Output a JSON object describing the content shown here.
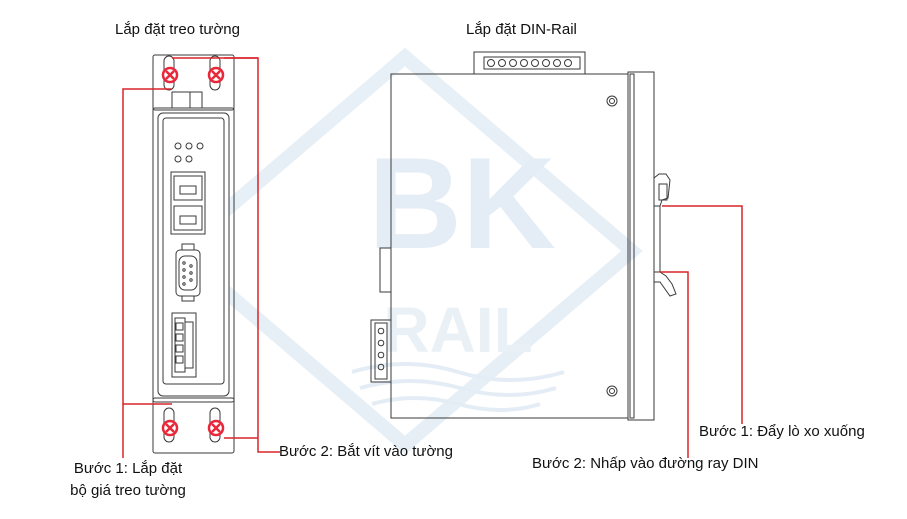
{
  "titles": {
    "wall_mount": "Lắp đặt treo tường",
    "din_rail": "Lắp đặt DIN-Rail"
  },
  "wall_steps": {
    "step1_line1": "Bước 1: Lắp đặt",
    "step1_line2": "bộ giá treo tường",
    "step2": "Bước 2: Bắt vít vào tường"
  },
  "din_steps": {
    "step1": "Bước 1: Đẩy lò xo xuống",
    "step2": "Bước 2: Nhấp vào đường ray DIN"
  },
  "watermark": {
    "text_top": "BK",
    "text_bottom": "RAIL"
  },
  "colors": {
    "leader_line": "#d9252a",
    "screw_marker": "#e8283a",
    "outline": "#3a3a3a",
    "watermark": "#cfe0ee"
  }
}
